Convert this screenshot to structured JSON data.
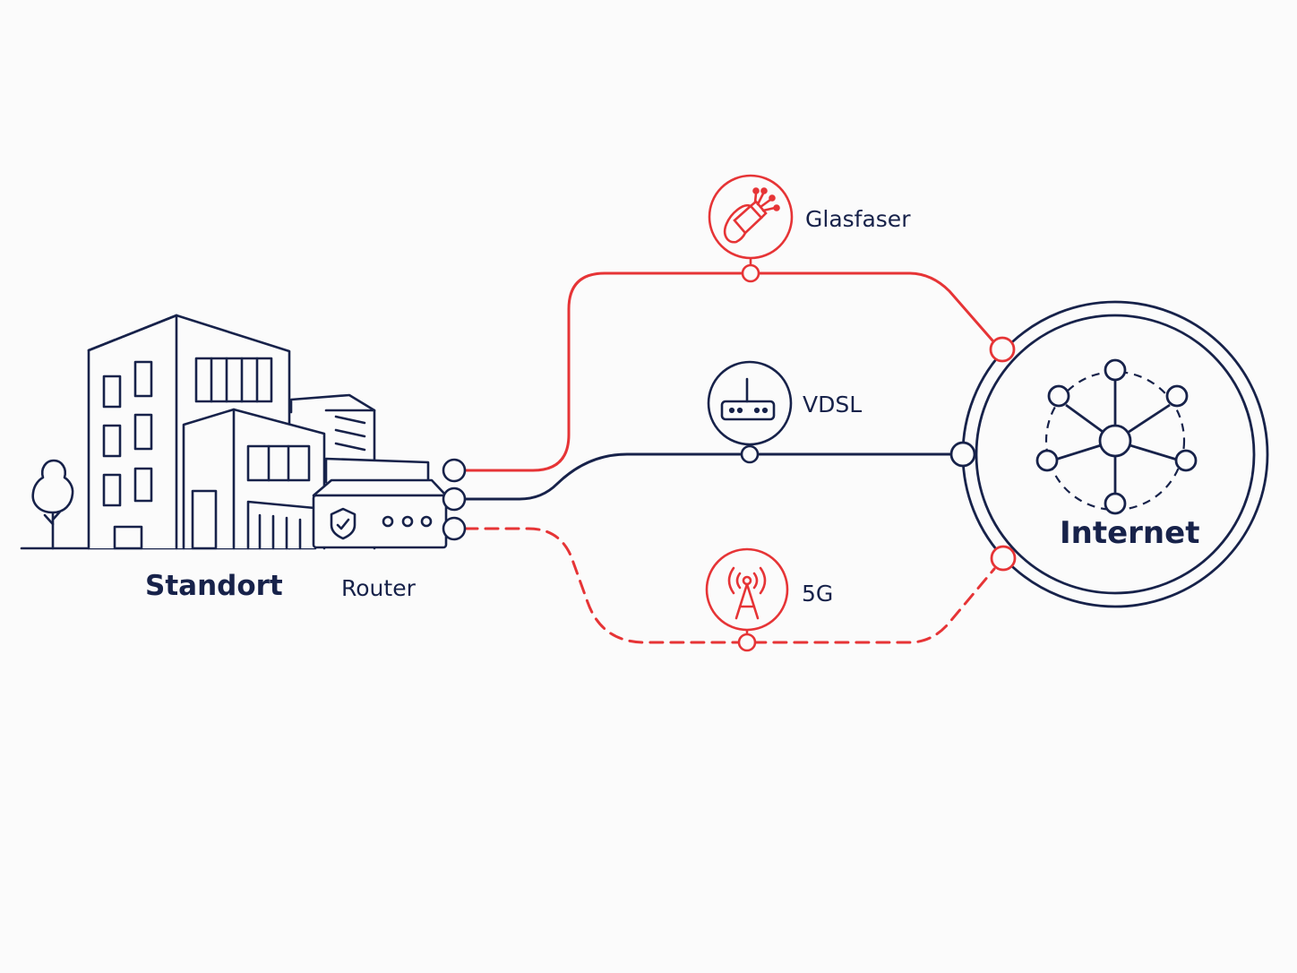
{
  "labels": {
    "site": "Standort",
    "router": "Router",
    "fiber": "Glasfaser",
    "vdsl": "VDSL",
    "mobile": "5G",
    "internet": "Internet"
  },
  "colors": {
    "navy": "#17224a",
    "red": "#e63436",
    "background": "#fbfbfb"
  },
  "icons": {
    "site": "office-buildings-icon",
    "router": "router-shield-icon",
    "fiber": "fiber-optic-cable-icon",
    "vdsl": "modem-icon",
    "mobile": "cell-tower-icon",
    "internet": "network-globe-icon"
  }
}
